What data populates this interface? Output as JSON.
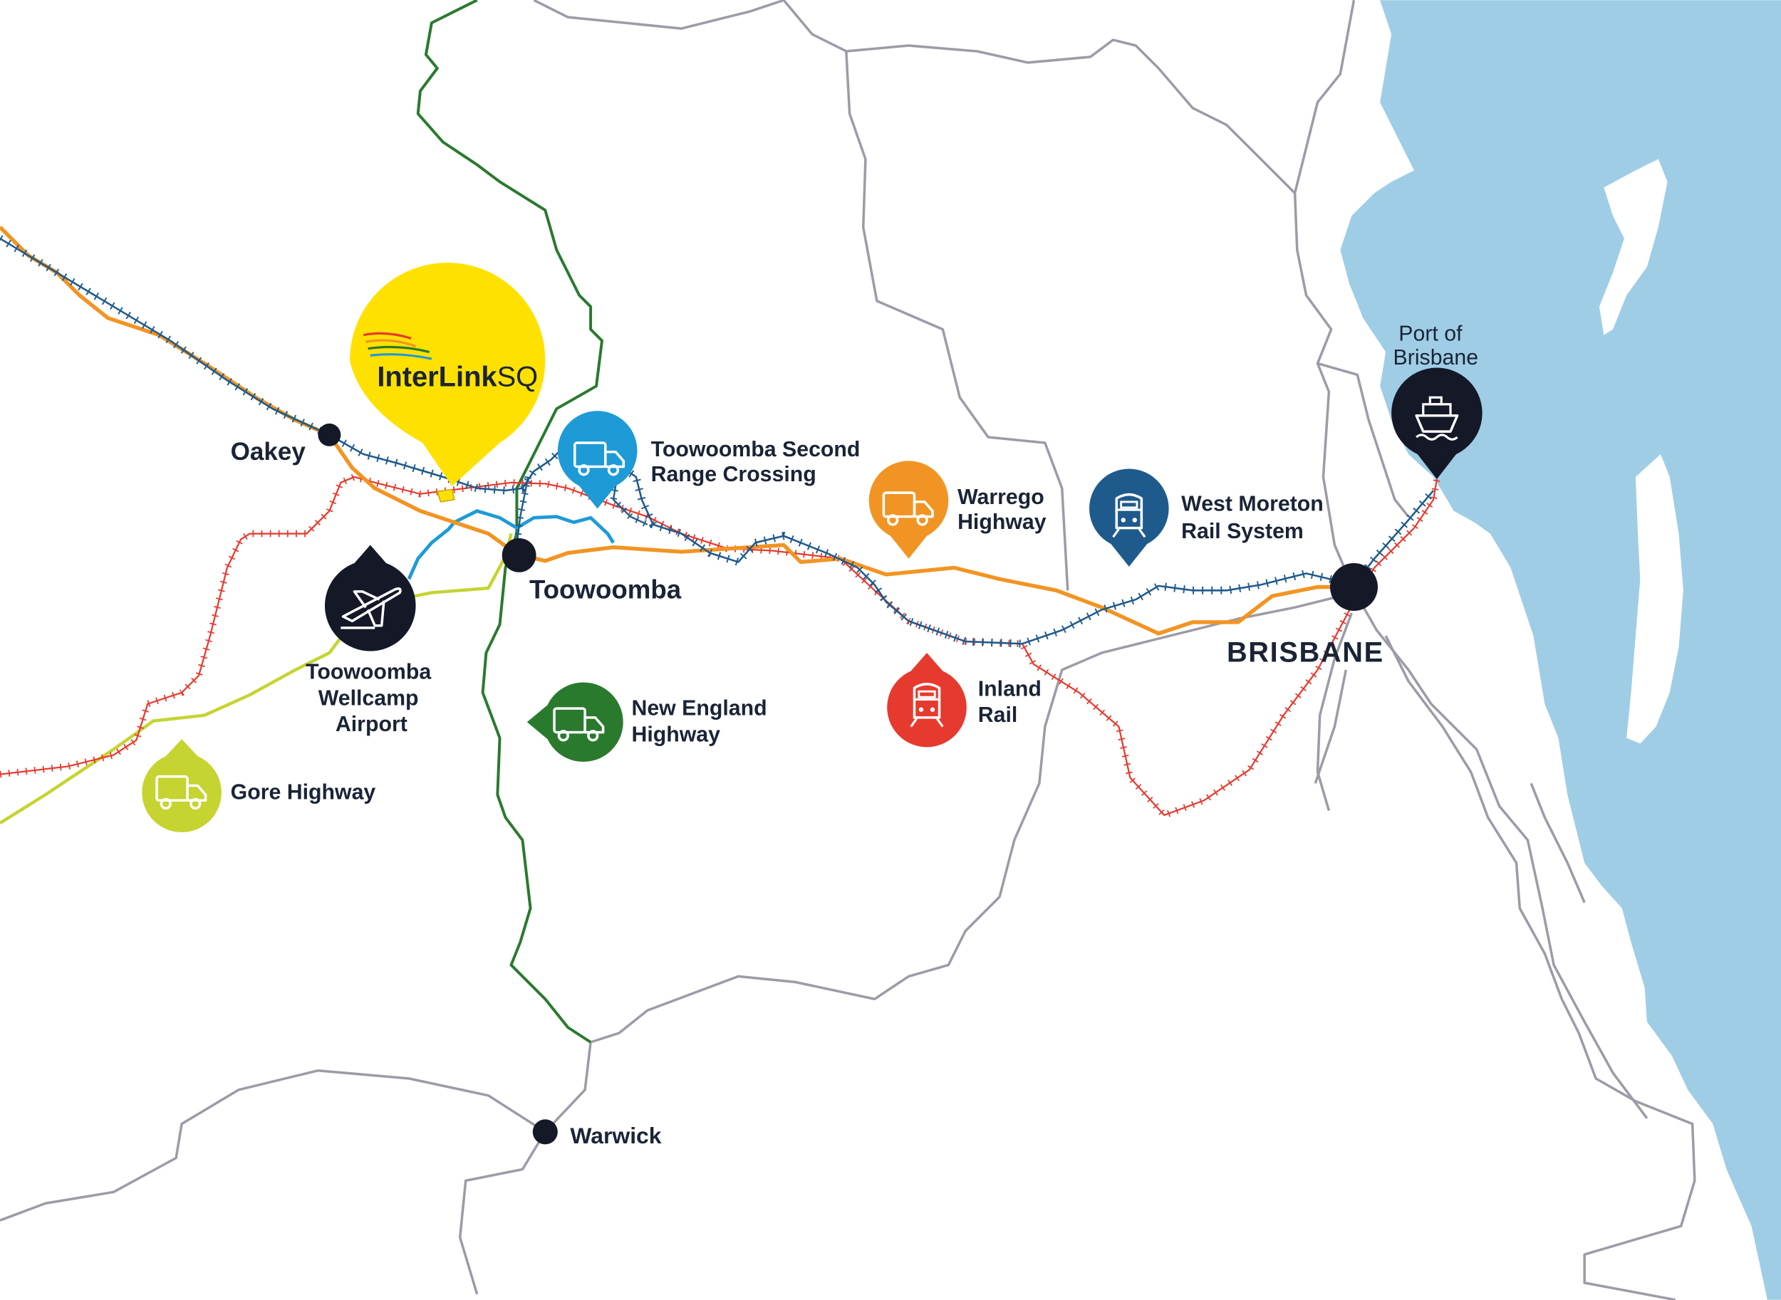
{
  "map": {
    "colors": {
      "sea": "#9fcde6",
      "boundary": "#9c9ba6",
      "new_england_highway": "#2a7a2e",
      "warrego_highway": "#f29423",
      "gore_highway": "#c5d431",
      "second_range_crossing": "#1e9ad6",
      "west_moreton_rail": "#1f5a8c",
      "inland_rail": "#e63a2e",
      "node": "#141827",
      "interlink": "#ffe100"
    }
  },
  "cities": {
    "oakey": "Oakey",
    "toowoomba": "Toowoomba",
    "brisbane": "BRISBANE",
    "warwick": "Warwick"
  },
  "interlink_logo": {
    "text_bold": "InterLink",
    "text_light": "SQ"
  },
  "pins": {
    "second_range_crossing": {
      "line1": "Toowoomba Second",
      "line2": "Range Crossing",
      "icon": "truck-icon"
    },
    "warrego_highway": {
      "line1": "Warrego",
      "line2": "Highway",
      "icon": "truck-icon"
    },
    "west_moreton_rail": {
      "line1": "West Moreton",
      "line2": "Rail System",
      "icon": "train-icon"
    },
    "port_of_brisbane": {
      "line1": "Port of",
      "line2": "Brisbane",
      "icon": "ship-icon"
    },
    "wellcamp_airport": {
      "line1": "Toowoomba",
      "line2": "Wellcamp",
      "line3": "Airport",
      "icon": "airplane-icon"
    },
    "new_england_highway": {
      "line1": "New England",
      "line2": "Highway",
      "icon": "truck-icon"
    },
    "inland_rail": {
      "line1": "Inland",
      "line2": "Rail",
      "icon": "train-icon"
    },
    "gore_highway": {
      "line1": "Gore Highway",
      "icon": "truck-icon"
    }
  }
}
